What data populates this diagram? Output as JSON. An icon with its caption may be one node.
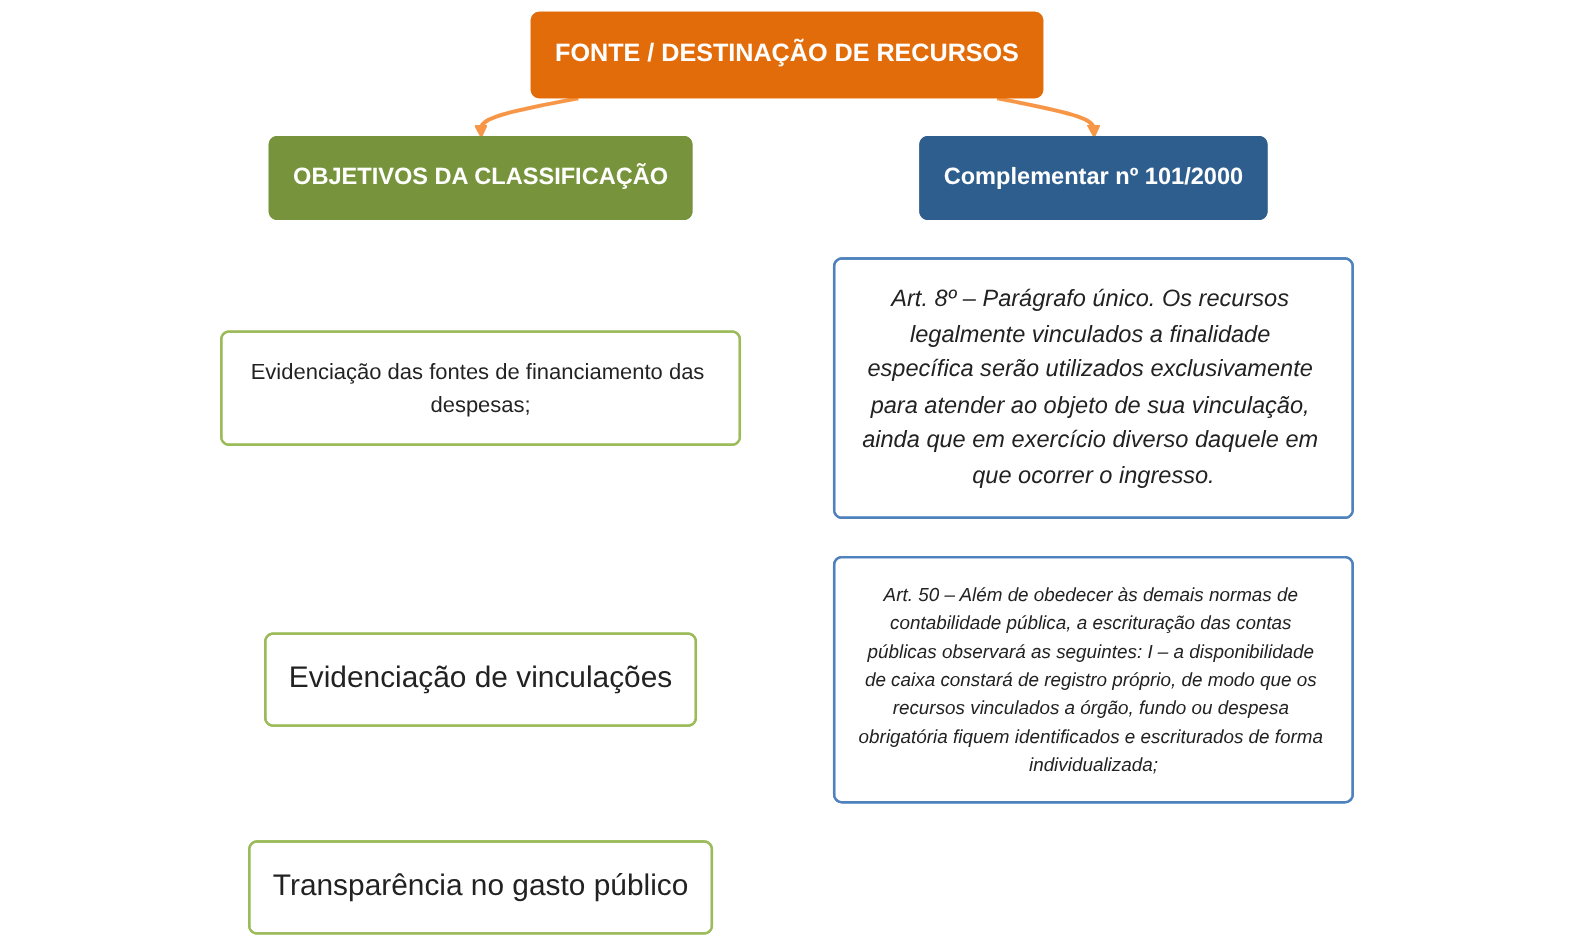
{
  "diagram": {
    "nodes": [
      {
        "text": [
          "FONTE / DESTINAÇÃO DE RECURSOS"
        ]
      },
      {
        "text": [
          "OBJETIVOS DA CLASSIFICAÇÃO"
        ]
      },
      {
        "text": [
          "Complementar nº 101/2000"
        ]
      },
      {
        "text": [
          "Evidenciação das fontes de financiamento das despesas;"
        ]
      },
      {
        "text": [
          "Evidenciação de vinculações"
        ]
      },
      {
        "text": [
          "Transparência no gasto público"
        ]
      },
      {
        "text": [
          "Art. 8º – Parágrafo único. Os recursos legalmente vinculados a finalidade específica serão utilizados exclusivamente para atender ao objeto de sua vinculação, ainda que em exercício diverso daquele em que ocorrer o ingresso."
        ]
      },
      {
        "text": [
          "Art. 50 – Além de obedecer às demais normas de contabilidade pública, a escrituração das contas públicas observará as seguintes: I – a disponibilidade de caixa constará de registro próprio, de modo que os recursos vinculados a órgão, fundo ou despesa obrigatória fiquem identificados e escriturados de forma individualizada;"
        ]
      }
    ],
    "edges": [
      {
        "from": 0,
        "to": 1,
        "arrow": "to"
      },
      {
        "from": 0,
        "to": 2,
        "arrow": "to"
      }
    ]
  }
}
